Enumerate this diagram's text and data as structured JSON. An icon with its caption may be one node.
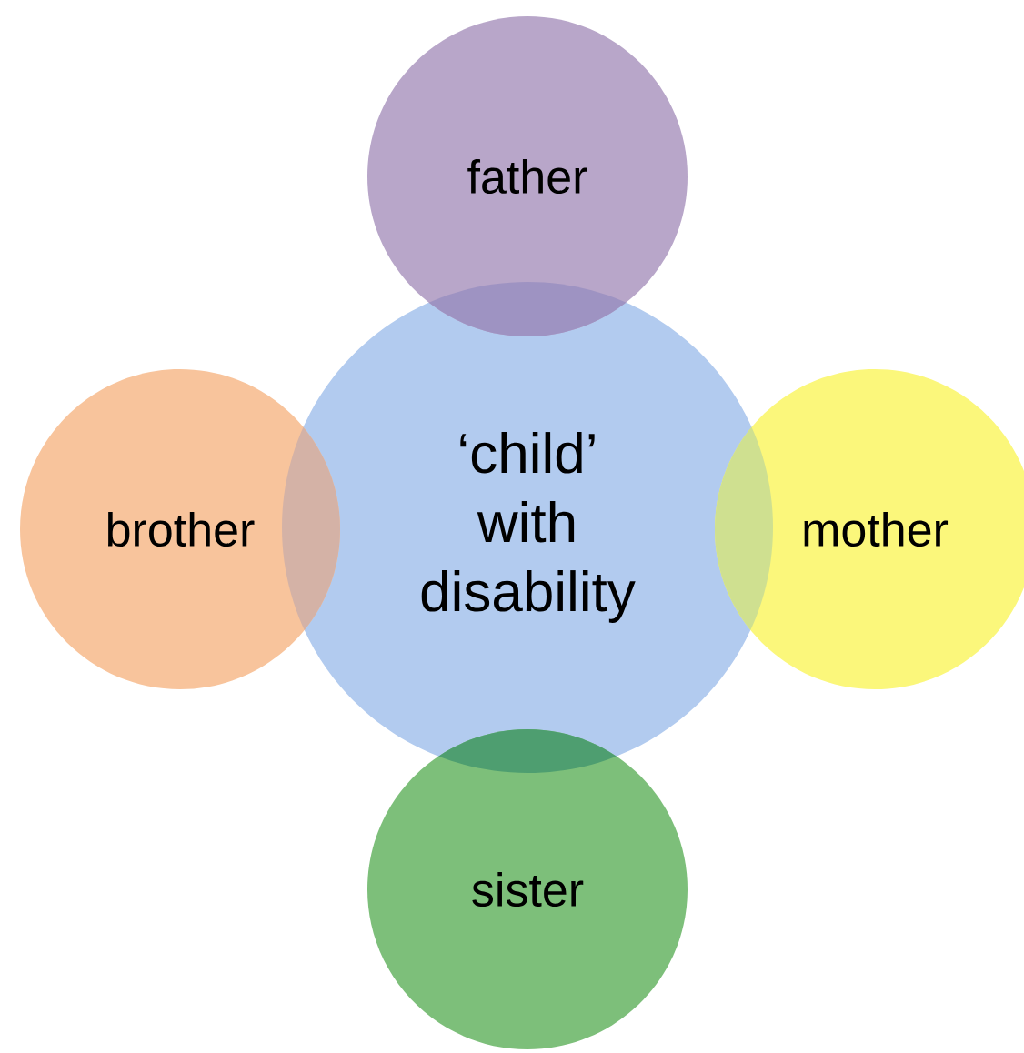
{
  "diagram": {
    "nodes": [
      {
        "text": [
          "father"
        ]
      },
      {
        "text": [
          "brother"
        ]
      },
      {
        "text": [
          "‘child’ with disability"
        ]
      },
      {
        "text": [
          "mother"
        ]
      },
      {
        "text": [
          "sister"
        ]
      }
    ]
  }
}
